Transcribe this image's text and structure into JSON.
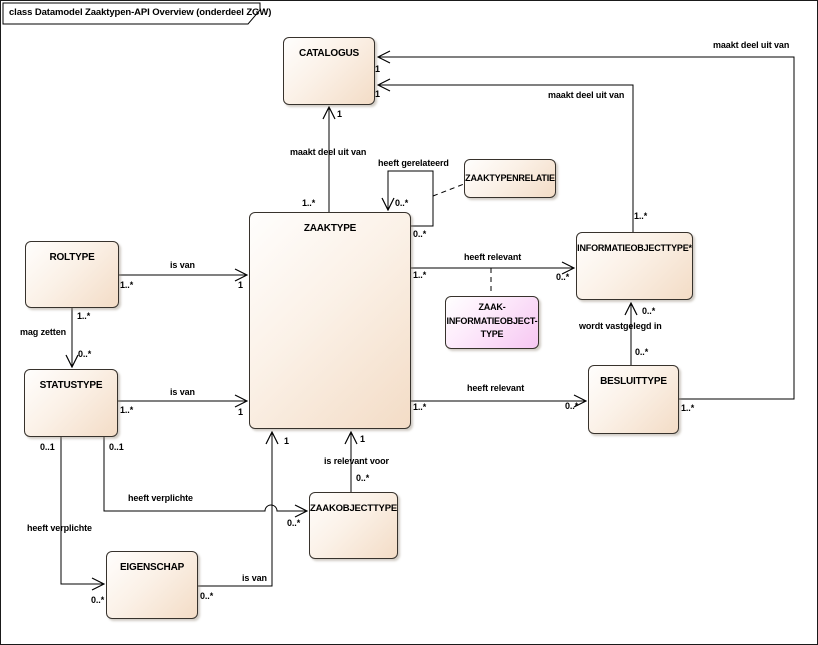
{
  "frame": {
    "title": "class Datamodel Zaaktypen-API Overview (onderdeel ZGW)"
  },
  "colors": {
    "canvas_bg": "#ffffff",
    "box_border": "#37322c",
    "box_fill_light": "#fffefd",
    "box_fill_dark": "#f3dcc6",
    "pink_fill_dark": "#f6c7f2",
    "line": "#000000"
  },
  "classes": {
    "catalogus": {
      "label": "CATALOGUS"
    },
    "zaaktypenrelatie": {
      "label": "ZAAKTYPENRELATIE"
    },
    "zaaktype": {
      "label": "ZAAKTYPE"
    },
    "roltype": {
      "label": "ROLTYPE"
    },
    "informatieobjecttype": {
      "label": "INFORMATIEOBJECTTYPE*"
    },
    "zaakinformatieobjecttype": {
      "label": "ZAAK-INFORMATIEOBJECT-TYPE"
    },
    "statustype": {
      "label": "STATUSTYPE"
    },
    "besluittype": {
      "label": "BESLUITTYPE"
    },
    "zaakobjecttype": {
      "label": "ZAAKOBJECTTYPE"
    },
    "eigenschap": {
      "label": "EIGENSCHAP"
    }
  },
  "associations": {
    "zaaktype_catalogus": {
      "name": "maakt deel uit van",
      "source_mult": "1..*",
      "target_mult": "1"
    },
    "informatieobjecttype_catalogus": {
      "name": "maakt deel uit van",
      "source_mult": "1..*",
      "target_mult": "1"
    },
    "besluittype_catalogus": {
      "name": "maakt deel uit van",
      "source_mult": "1..*",
      "target_mult": "1"
    },
    "roltype_zaaktype": {
      "name": "is van",
      "source_mult": "1..*",
      "target_mult": "1"
    },
    "statustype_zaaktype": {
      "name": "is van",
      "source_mult": "1..*",
      "target_mult": "1"
    },
    "roltype_statustype": {
      "name": "mag zetten",
      "source_mult": "1..*",
      "target_mult": "0..*"
    },
    "zaaktype_zaaktype": {
      "name": "heeft gerelateerd",
      "source_mult": "0..*",
      "target_mult": "0..*"
    },
    "zaaktype_informatieobjecttype": {
      "name": "heeft relevant",
      "source_mult": "1..*",
      "target_mult": "0..*"
    },
    "zaaktype_besluittype": {
      "name": "heeft relevant",
      "source_mult": "1..*",
      "target_mult": "0..*"
    },
    "besluittype_informatieobjecttype": {
      "name": "wordt vastgelegd in",
      "source_mult": "0..*",
      "target_mult": "0..*"
    },
    "zaakobjecttype_zaaktype": {
      "name": "is relevant voor",
      "source_mult": "0..*",
      "target_mult": "1"
    },
    "eigenschap_zaaktype": {
      "name": "is van",
      "source_mult": "0..*",
      "target_mult": "1"
    },
    "statustype_zaakobjecttype": {
      "name": "heeft verplichte",
      "source_mult": "0..1",
      "target_mult": "0..*"
    },
    "statustype_eigenschap": {
      "name": "heeft verplichte",
      "source_mult": "0..1",
      "target_mult": "0..*"
    }
  }
}
